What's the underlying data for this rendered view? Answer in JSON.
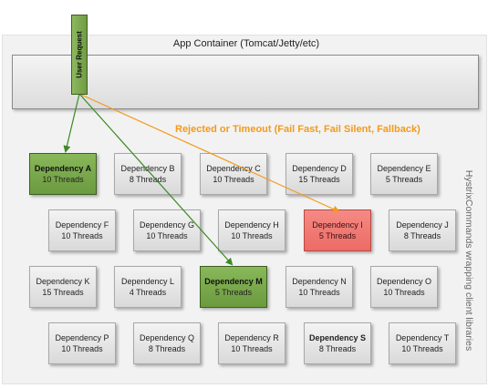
{
  "container_title": "App Container (Tomcat/Jetty/etc)",
  "user_request_label": "User Request",
  "rejected_label": "Rejected or Timeout (Fail Fast, Fail Silent, Fallback)",
  "side_label": "HystrixCommands wrapping client libraries",
  "colors": {
    "green": "#7aab4d",
    "red": "#f07a74",
    "orange": "#f39a1b",
    "arrow_green": "#3c8a24"
  },
  "dependencies": [
    {
      "name": "Dependency A",
      "threads": "10 Threads",
      "state": "green"
    },
    {
      "name": "Dependency B",
      "threads": "8 Threads",
      "state": "normal"
    },
    {
      "name": "Dependency C",
      "threads": "10 Threads",
      "state": "normal"
    },
    {
      "name": "Dependency D",
      "threads": "15 Threads",
      "state": "normal"
    },
    {
      "name": "Dependency E",
      "threads": "5 Threads",
      "state": "normal"
    },
    {
      "name": "Dependency F",
      "threads": "10 Threads",
      "state": "normal"
    },
    {
      "name": "Dependency G",
      "threads": "10 Threads",
      "state": "normal"
    },
    {
      "name": "Dependency H",
      "threads": "10 Threads",
      "state": "normal"
    },
    {
      "name": "Dependency I",
      "threads": "5 Threads",
      "state": "red"
    },
    {
      "name": "Dependency J",
      "threads": "8 Threads",
      "state": "normal"
    },
    {
      "name": "Dependency K",
      "threads": "15 Threads",
      "state": "normal"
    },
    {
      "name": "Dependency L",
      "threads": "4 Threads",
      "state": "normal"
    },
    {
      "name": "Dependency M",
      "threads": "5 Threads",
      "state": "green"
    },
    {
      "name": "Dependency N",
      "threads": "10 Threads",
      "state": "normal"
    },
    {
      "name": "Dependency O",
      "threads": "10 Threads",
      "state": "normal"
    },
    {
      "name": "Dependency P",
      "threads": "10 Threads",
      "state": "normal"
    },
    {
      "name": "Dependency Q",
      "threads": "8 Threads",
      "state": "normal"
    },
    {
      "name": "Dependency R",
      "threads": "10 Threads",
      "state": "normal"
    },
    {
      "name": "Dependency S",
      "threads": "8 Threads",
      "state": "bold"
    },
    {
      "name": "Dependency T",
      "threads": "10 Threads",
      "state": "normal"
    }
  ]
}
